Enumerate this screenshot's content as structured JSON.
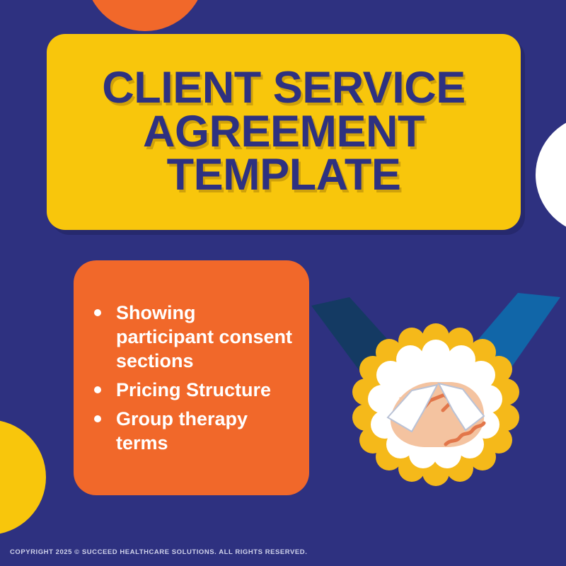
{
  "poster": {
    "background_color": "#2e3180",
    "title": {
      "text": "CLIENT SERVICE\nAGREEMENT\nTEMPLATE",
      "banner_color": "#f8c60c",
      "text_color": "#2e3180"
    },
    "bullet_card": {
      "background_color": "#f1682a",
      "text_color": "#ffffff",
      "items": [
        {
          "label": "Showing participant consent sections"
        },
        {
          "label": "Pricing Structure"
        },
        {
          "label": "Group therapy terms"
        }
      ]
    },
    "illustration": {
      "name": "handshake-illustration",
      "badge_color": "#f5b91a",
      "badge_inner_color": "#ffffff",
      "left_sleeve_color": "#143a63",
      "right_sleeve_color": "#1166a8",
      "cuff_color": "#ffffff",
      "skin_color": "#f4c3a0"
    },
    "decorations": [
      {
        "name": "circle-orange-top",
        "color": "#f1682a"
      },
      {
        "name": "circle-white-right",
        "color": "#ffffff"
      },
      {
        "name": "circle-yellow-bottomleft",
        "color": "#f8c60c"
      }
    ],
    "footer": {
      "copyright": "COPYRIGHT 2025 © SUCCEED HEALTHCARE SOLUTIONS. ALL RIGHTS RESERVED."
    }
  }
}
